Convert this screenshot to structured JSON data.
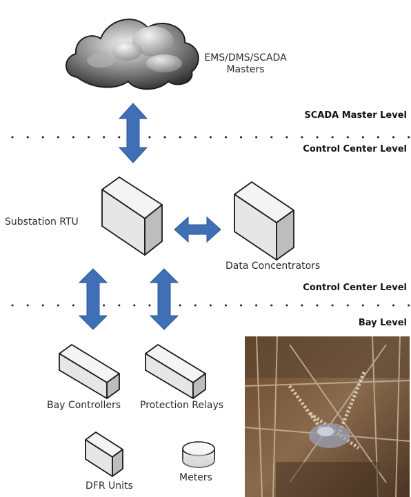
{
  "levels": {
    "scada_master": "SCADA Master Level",
    "control_center_top": "Control Center Level",
    "control_center_mid": "Control Center Level",
    "bay": "Bay Level"
  },
  "nodes": {
    "ems_masters_line1": "EMS/DMS/SCADA",
    "ems_masters_line2": "Masters",
    "substation_rtu": "Substation RTU",
    "data_concentrators": "Data Concentrators",
    "bay_controllers": "Bay Controllers",
    "protection_relays": "Protection Relays",
    "dfr_units": "DFR Units",
    "meters": "Meters"
  },
  "colors": {
    "arrow": "#3f6fb5",
    "arrow_stroke": "#2c5592",
    "box_face": "#e6e6e6",
    "box_top": "#f4f4f4",
    "box_side": "#bdbdbd"
  },
  "photo": {
    "subject": "substation-switchgear-photo"
  }
}
